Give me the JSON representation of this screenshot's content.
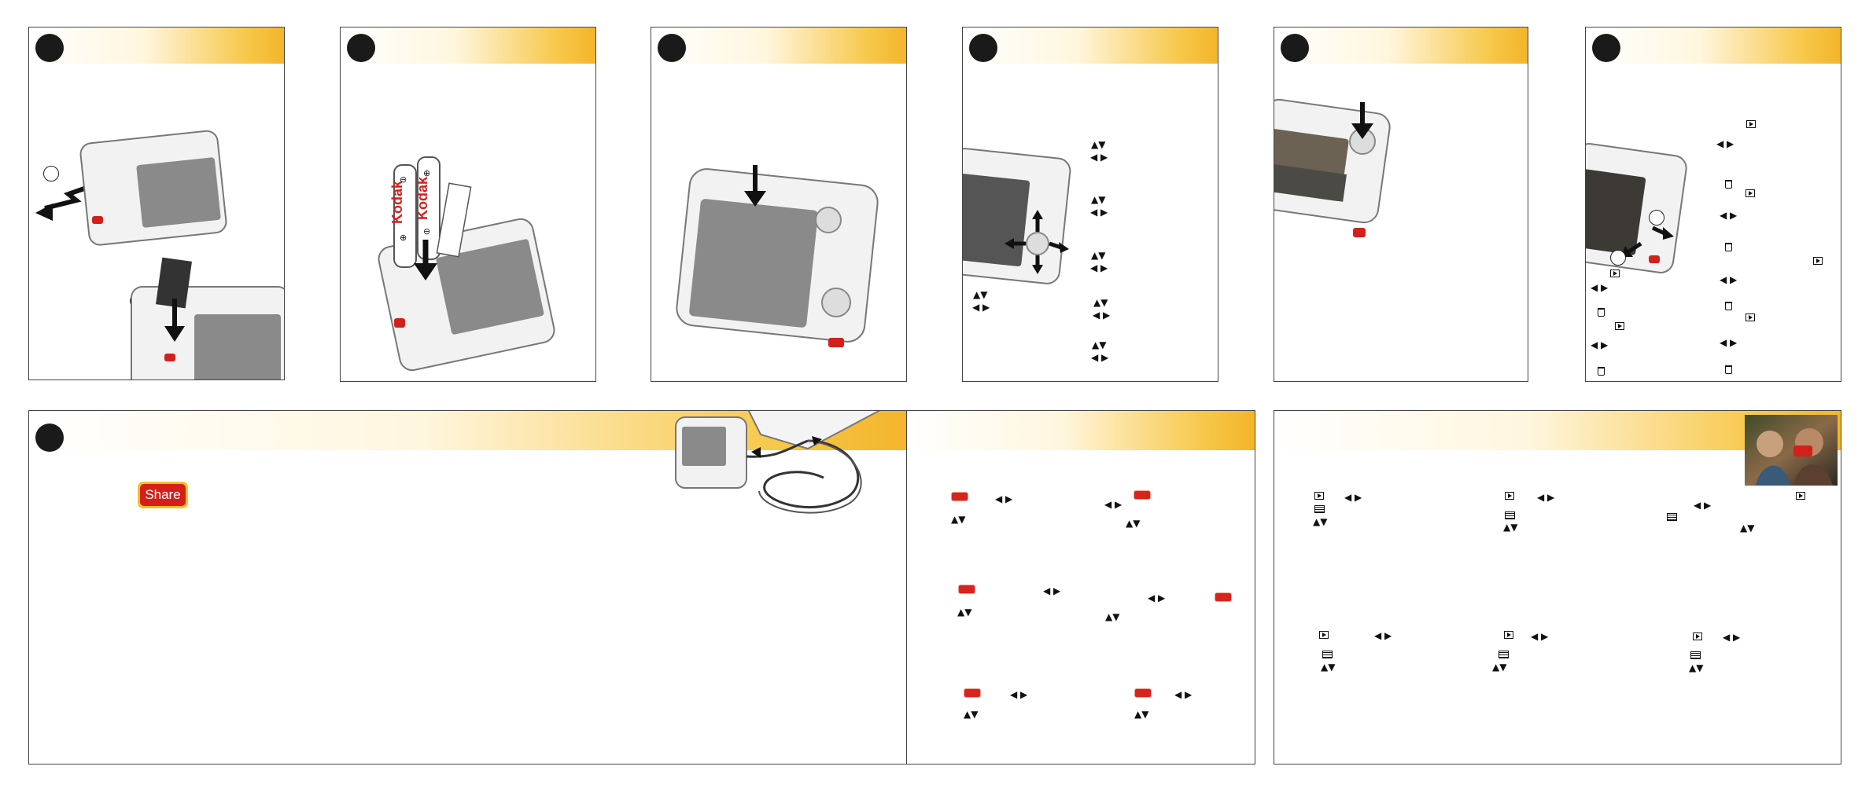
{
  "brand_color": "#d4201a",
  "accent_gradient": [
    "#ffffff",
    "#f3b52b"
  ],
  "icons": {
    "up_down": "▲▼",
    "left_right": "◀ ▶",
    "play": "play-icon",
    "menu": "menu-icon",
    "trash": "trash-icon",
    "share": "share-icon"
  },
  "share_button": {
    "label": "Share"
  },
  "battery_labels": {
    "brand_left": "Kodak",
    "brand_right": "Kodak",
    "minus": "⊖",
    "plus": "⊕"
  }
}
